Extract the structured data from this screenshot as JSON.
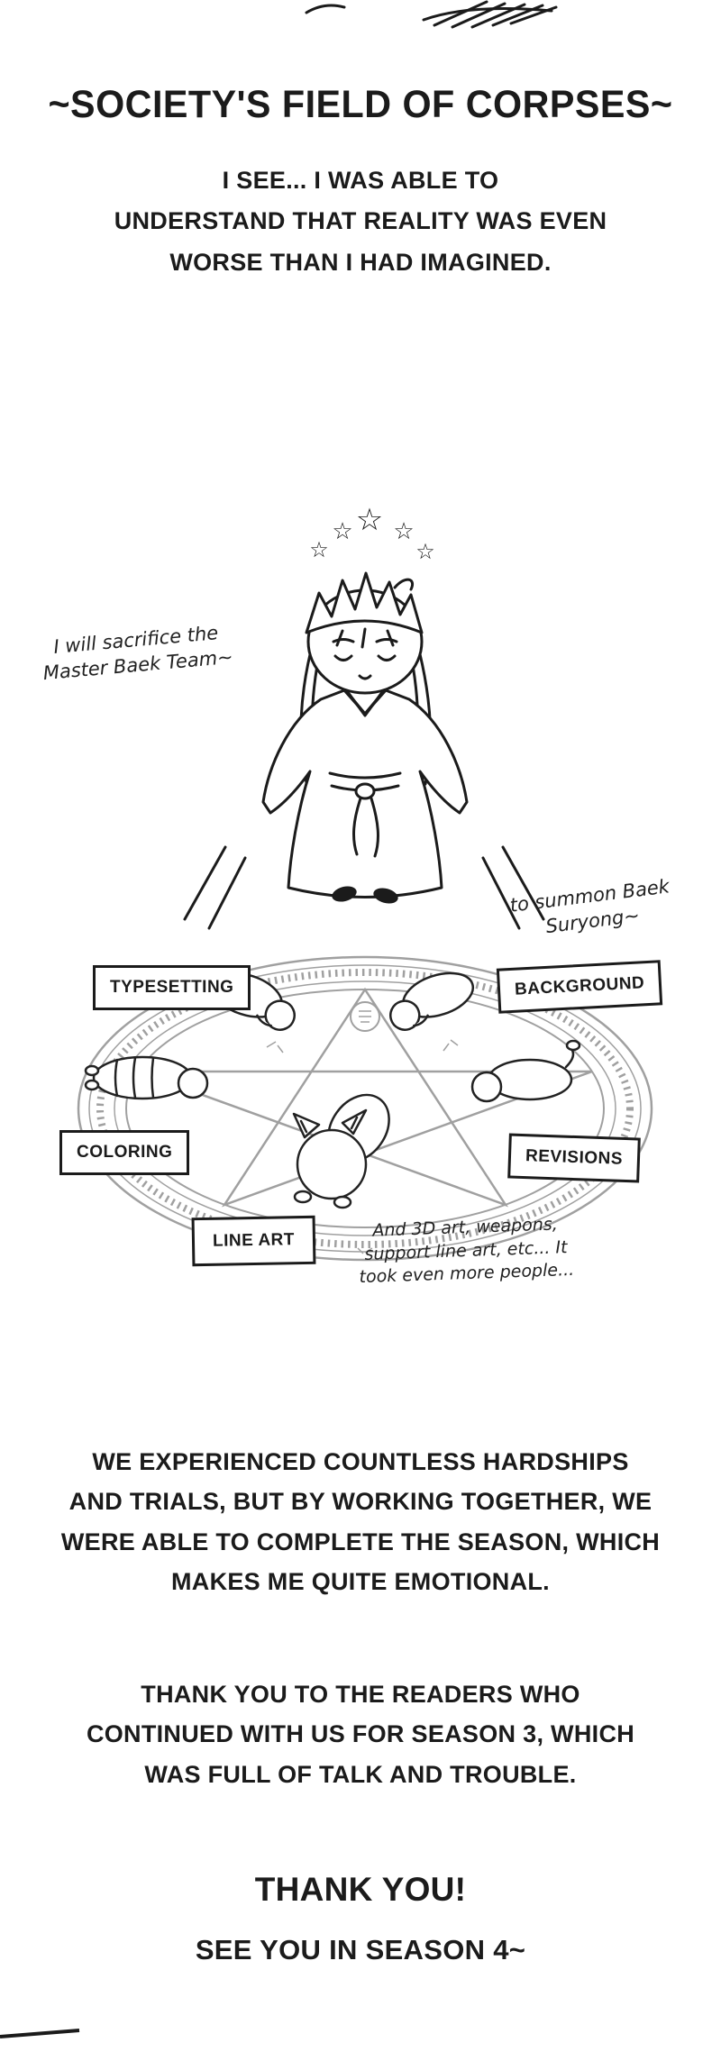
{
  "page": {
    "title": "~SOCIETY'S FIELD OF CORPSES~",
    "intro": "I SEE... I WAS ABLE TO\nUNDERSTAND THAT REALITY WAS EVEN\nWORSE THAN I HAD IMAGINED.",
    "sacrifice_note": "I will sacrifice the\nMaster Baek Team~",
    "summon_note": "to summon Baek\nSuryong~",
    "ritual_labels": {
      "typesetting": "TYPESETTING",
      "background": "BACKGROUND",
      "coloring": "COLORING",
      "revisions": "REVISIONS",
      "line_art": "LINE ART"
    },
    "extra_note": "And 3D art, weapons,\nsupport line art, etc... It\ntook even more people...",
    "hardships": "WE EXPERIENCED COUNTLESS HARDSHIPS\nAND TRIALS, BUT BY WORKING TOGETHER, WE\nWERE ABLE TO COMPLETE THE SEASON, WHICH\nMAKES ME QUITE EMOTIONAL.",
    "readers_thanks": "THANK YOU TO THE READERS WHO\nCONTINUED WITH US FOR SEASON 3, WHICH\nWAS FULL OF TALK AND TROUBLE.",
    "thank_you": "THANK YOU!",
    "see_you": "SEE YOU IN SEASON 4~"
  },
  "art": {
    "star_glyph": "☆"
  },
  "colors": {
    "ink": "#1b1b1b",
    "circle_gray": "#a0a0a0",
    "background": "#ffffff"
  }
}
